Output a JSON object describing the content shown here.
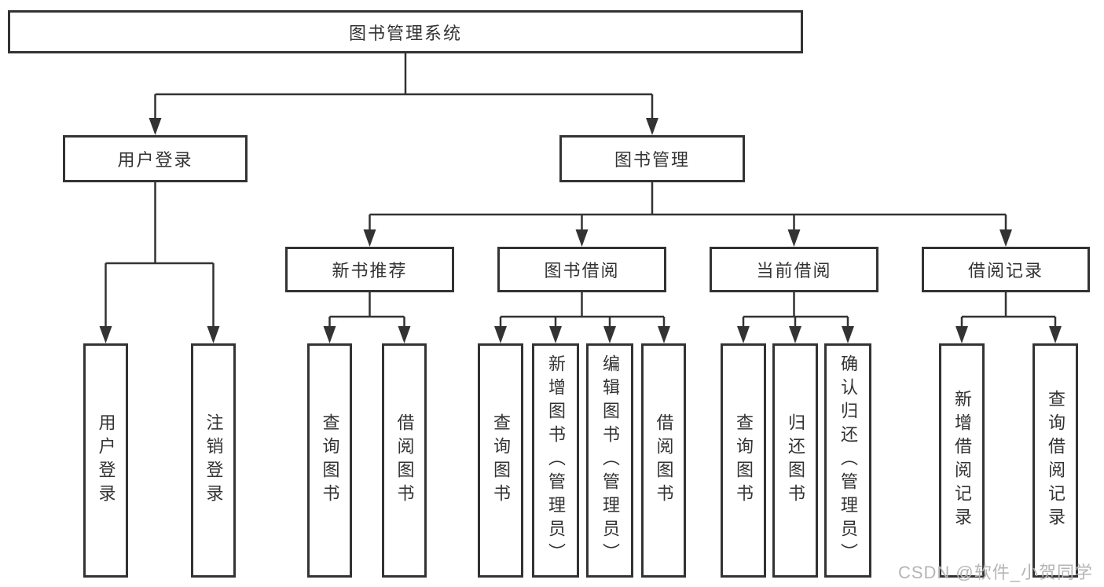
{
  "diagram": {
    "root": "图书管理系统",
    "level2": [
      "用户登录",
      "图书管理"
    ],
    "level3": [
      "新书推荐",
      "图书借阅",
      "当前借阅",
      "借阅记录"
    ],
    "leaves": {
      "login": [
        "用户登录",
        "注销登录"
      ],
      "recommend": [
        "查询图书",
        "借阅图书"
      ],
      "borrow": [
        "查询图书",
        "新增图书（管理员）",
        "编辑图书（管理员）",
        "借阅图书"
      ],
      "current": [
        "查询图书",
        "归还图书",
        "确认归还（管理员）"
      ],
      "records": [
        "新增借阅记录",
        "查询借阅记录"
      ]
    }
  },
  "watermark": "CSDN @软件_小贺同学",
  "colors": {
    "line": "#333333",
    "text": "#333333",
    "watermark": "#b5b5b5",
    "background": "#ffffff"
  }
}
